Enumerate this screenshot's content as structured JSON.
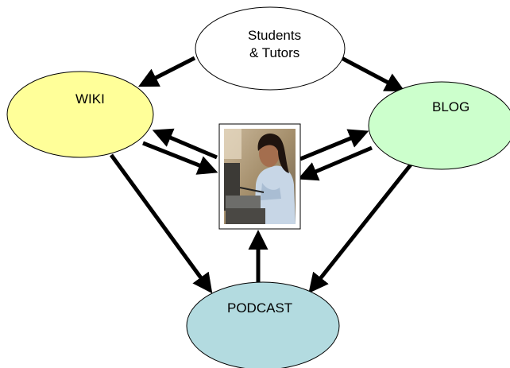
{
  "diagram": {
    "nodes": {
      "students": {
        "line1": "Students",
        "line2": "& Tutors",
        "fill": "#ffffff"
      },
      "wiki": {
        "label": "WIKI",
        "fill": "#ffff99"
      },
      "blog": {
        "label": "BLOG",
        "fill": "#ccffcc"
      },
      "podcast": {
        "label": "PODCAST",
        "fill": "#b3dbe0"
      }
    },
    "photo": {
      "subject": "woman-at-computer-photo"
    },
    "arrow_color": "#000000"
  }
}
